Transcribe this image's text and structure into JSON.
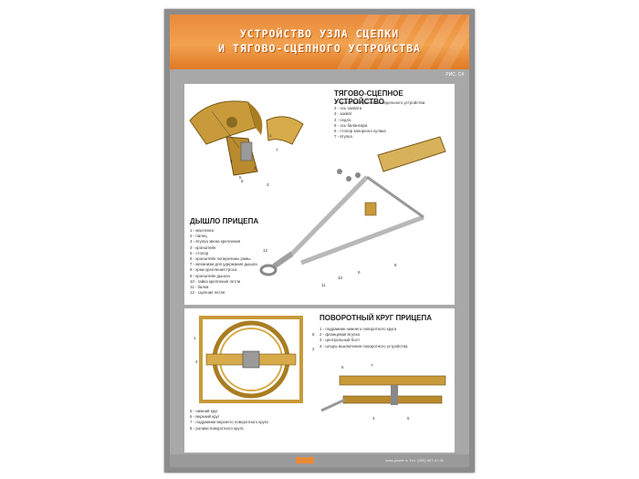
{
  "title": {
    "line1": "УСТРОЙСТВО УЗЛА СЦЕПКИ",
    "line2": "И ТЯГОВО-СЦЕПНОГО УСТРОЙСТВА",
    "figure_ref": "РИС. С4"
  },
  "sections": {
    "towing": {
      "title": "ТЯГОВО-СЦЕПНОЕ УСТРОЙСТВО",
      "items": [
        "1 - кронштейн крепления седельного устройства",
        "2 - ось захвата",
        "3 - захват",
        "4 - седло",
        "5 - ось балансира",
        "6 - стопор запорного кулака",
        "7 - втулка"
      ]
    },
    "drawbar": {
      "title": "ДЫШЛО ПРИЦЕПА",
      "items": [
        "1 - масленка",
        "2 - палец",
        "3 - втулка звена крепления",
        "4 - кронштейн",
        "5 - стопор",
        "6 - кронштейн поперечины рамы",
        "7 - механизм для удержания дышла",
        "8 - крюк крепления троса",
        "9 - кронштейн дышла",
        "10 - гайка крепления петли",
        "11 - балка",
        "12 - сцепная петля"
      ]
    },
    "turntable": {
      "title": "ПОВОРОТНЫЙ КРУГ ПРИЦЕПА",
      "items_right": [
        "1 - подрамник нижнего поворотного круга",
        "2 - фланцевая втулка",
        "3 - центральный болт",
        "4 - штырь выключения поворотного устройства"
      ],
      "items_left": [
        "5 - нижний круг",
        "6 - верхний круг",
        "7 - подрамник верхнего поворотного круга",
        "8 - ролики поворотного круга"
      ]
    }
  },
  "callouts": {
    "c1": "1",
    "c2": "2",
    "c3": "3",
    "c4": "4",
    "c5": "5",
    "c6": "6",
    "c7": "7",
    "c8": "8",
    "c9": "9",
    "c10": "10",
    "c11": "11",
    "c12": "12"
  },
  "footer": {
    "text": "www.poster.ru  Тел. (495) 987-47-91"
  },
  "colors": {
    "banner_orange": "#e98a3a",
    "metal_gold": "#c89a3a",
    "frame_grey": "#a8a8a8"
  }
}
